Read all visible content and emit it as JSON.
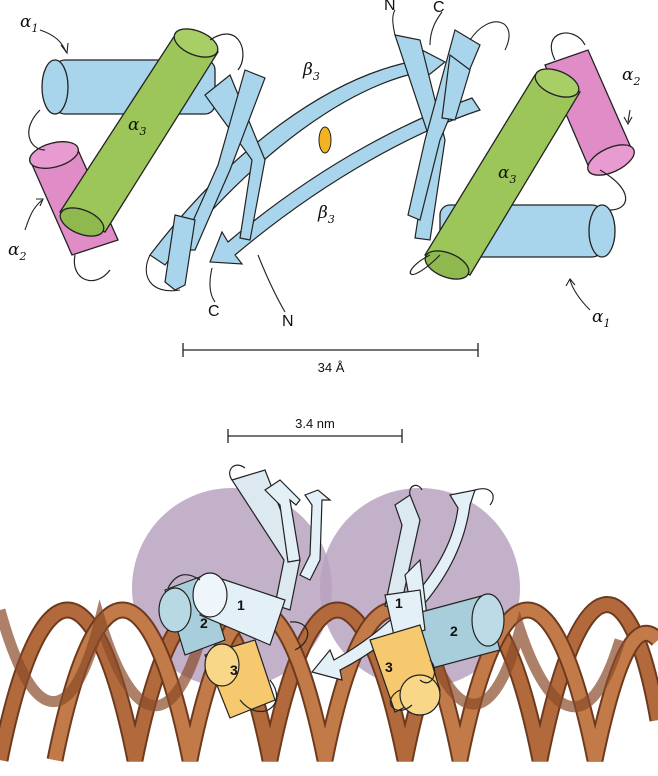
{
  "top_panel": {
    "helix_letter": "α",
    "strand_letter": "β",
    "n_terminus": "N",
    "c_terminus": "C",
    "sub_1": "1",
    "sub_2": "2",
    "sub_3": "3",
    "scale_label": "34 Å"
  },
  "bottom_panel": {
    "scale_label": "3.4 nm",
    "helix_1": "1",
    "helix_2": "2",
    "helix_3": "3"
  },
  "colors": {
    "strand_blue": "#a9d5ec",
    "helix_blue": "#a9d5ec",
    "helix_green": "#9dc65a",
    "helix_pink": "#e08cc6",
    "twofold_axis": "#f2b221",
    "protein_shadow": "#b9a2bf",
    "dna_brown": "#b26a3c",
    "pale_blue": "#e3f0f8",
    "teal_blue": "#a8cedb",
    "helix_yellow": "#f6c96e"
  }
}
